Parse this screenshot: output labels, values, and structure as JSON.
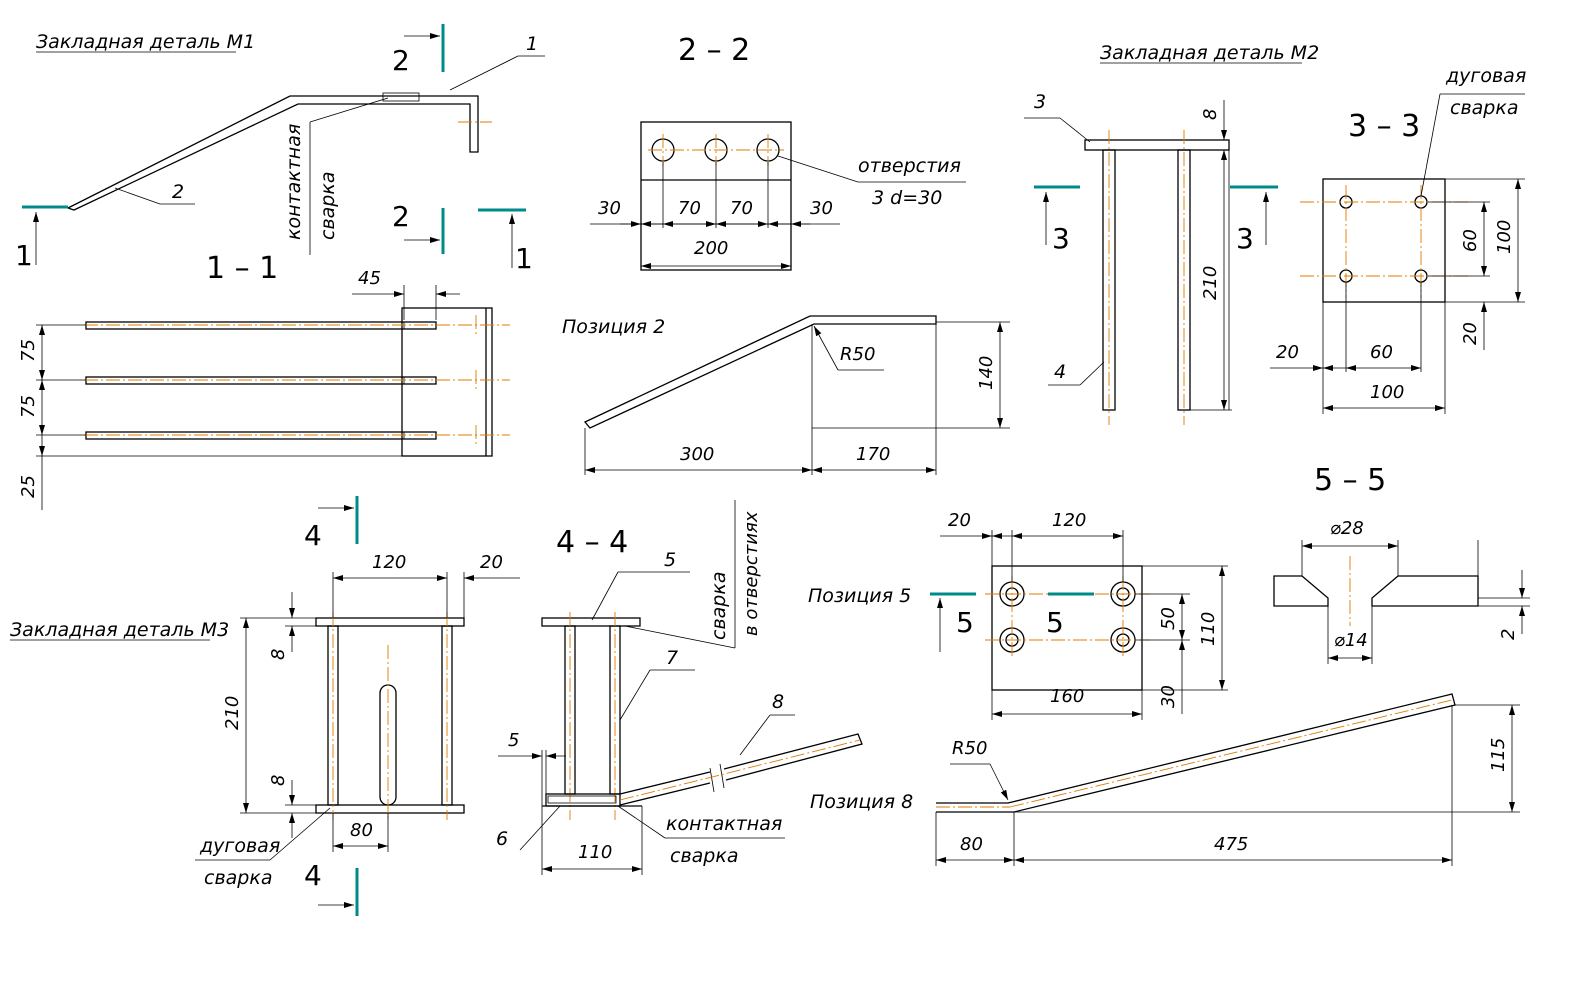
{
  "titles": {
    "m1": "Закладная деталь М1",
    "m2": "Закладная деталь М2",
    "m3": "Закладная деталь М3"
  },
  "sections": {
    "s11": "1 – 1",
    "s22": "2 – 2",
    "s33": "3 – 3",
    "s44": "4 – 4",
    "s55": "5 – 5",
    "n1": "1",
    "n2": "2",
    "n3": "3",
    "n4": "4",
    "n5": "5"
  },
  "positions": {
    "p2": "Позиция 2",
    "p5": "Позиция 5",
    "p8": "Позиция 8"
  },
  "labels": {
    "contact_weld_1": "контактная",
    "contact_weld_2": "сварка",
    "arc_weld_1": "дуговая",
    "arc_weld_2": "сварка",
    "holes_1": "отверстия",
    "holes_2": "3 d=30",
    "hole_weld_1": "сварка",
    "hole_weld_2": "в отверстиях"
  },
  "leaders": [
    "1",
    "2",
    "3",
    "4",
    "5",
    "6",
    "7",
    "8"
  ],
  "dims": {
    "d45": "45",
    "d75a": "75",
    "d75b": "75",
    "d25": "25",
    "d30a": "30",
    "d70a": "70",
    "d70b": "70",
    "d30b": "30",
    "d200": "200",
    "r50a": "R50",
    "d140": "140",
    "d300": "300",
    "d170": "170",
    "d8a": "8",
    "d210a": "210",
    "d60v": "60",
    "d100v": "100",
    "d20v": "20",
    "d20h": "20",
    "d60h": "60",
    "d100h": "100",
    "d120a": "120",
    "d20a": "20",
    "d8b": "8",
    "d210b": "210",
    "d8c": "8",
    "d80a": "80",
    "d5": "5",
    "d110a": "110",
    "d20b": "20",
    "d120b": "120",
    "d50": "50",
    "d110b": "110",
    "d30c": "30",
    "d160": "160",
    "dia28": "⌀28",
    "dia14": "⌀14",
    "d2": "2",
    "r50b": "R50",
    "d115": "115",
    "d80b": "80",
    "d475": "475"
  },
  "colors": {
    "axis": "#e07a00",
    "section_marker": "#008a8a",
    "line": "#000000"
  }
}
